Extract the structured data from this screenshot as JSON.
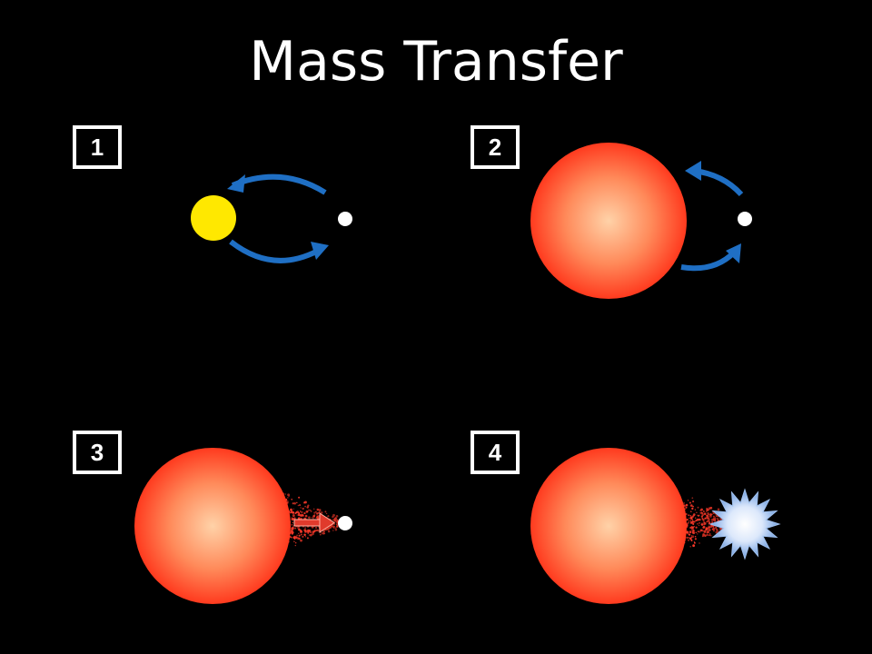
{
  "title": "Mass Transfer",
  "panels": [
    {
      "label": "1"
    },
    {
      "label": "2"
    },
    {
      "label": "3"
    },
    {
      "label": "4"
    }
  ],
  "colors": {
    "background": "#000000",
    "orbit_arrow": "#1f6fc4",
    "sun_like_star": "#ffe800",
    "red_giant_outer": "#ff3d1f",
    "red_giant_inner": "#ffc9a0",
    "white_dwarf": "#ffffff",
    "transfer_arrow": "#e03a2c",
    "nova_inner": "#ffffff",
    "nova_outer": "#7aa6e6"
  }
}
